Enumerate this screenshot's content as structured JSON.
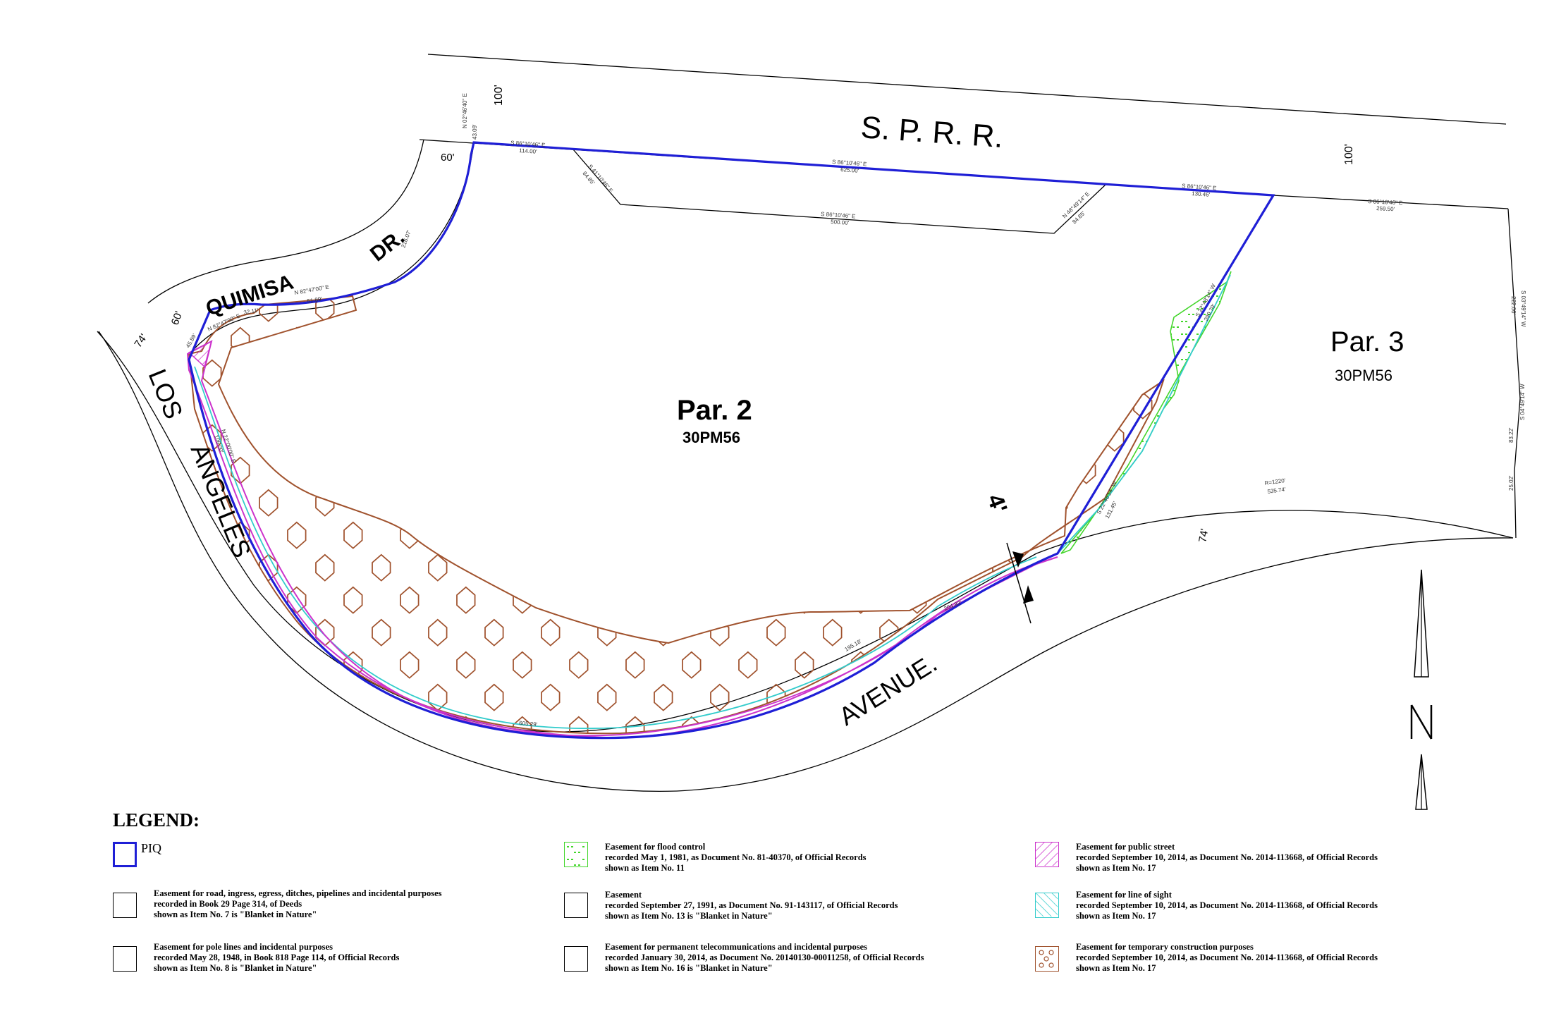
{
  "map": {
    "labels": {
      "railroad": "S. P. R. R.",
      "row_100_left": "100'",
      "row_100_right": "100'",
      "street_quimisa": "QUIMISA",
      "street_dr": "DR.",
      "row_60_top": "60'",
      "row_60_left": "60'",
      "row_74_left": "74'",
      "row_74_right": "74'",
      "street_los": "LOS",
      "street_angeles": "ANGELES",
      "street_avenue": "AVENUE.",
      "par2_title": "Par. 2",
      "par2_sub": "30PM56",
      "par3_title": "Par. 3",
      "par3_sub": "30PM56",
      "offset_4ft": "4'",
      "north_letter": "N"
    },
    "dimensions": {
      "top_line_1": "S 86°10'46\" E",
      "top_line_1_len": "114.00'",
      "top_line_2": "S 86°10'46\" E",
      "top_line_2_len": "625.00'",
      "top_line_3": "S 86°10'46\" E",
      "top_line_3_len": "130.46'",
      "inner_line": "S 86°10'46\" E",
      "inner_line_len": "500.00'",
      "inner_left": "S 41°10'46\" E",
      "inner_left_len": "84.85'",
      "inner_right": "N 48°49'14\" E",
      "inner_right_len": "84.85'",
      "right_top": "S 86°10'46\" E",
      "right_top_len": "259.50'",
      "right_side": "S 03°49'14\" W",
      "right_side_len": "222.06'",
      "right_side_2": "S 04°49'14\" W",
      "right_side_2_len": "83.22'",
      "right_bottom_len": "25.02'",
      "arc_right": "R=1220'",
      "arc_right_len": "535.74'",
      "quimisa_west": "N 02°46'40\" E",
      "quimisa_west_len": "43.09'",
      "quimisa_curve_len": "216.07'",
      "quimisa_south": "N 82°47'00\" E",
      "quimisa_south_len": "51.89'",
      "easement_tiny": "N 82°47'00\" E",
      "easement_tiny_len": "32.11'",
      "corner_len": "45.89'",
      "la_side": "N 22°00'00\" E",
      "la_side_len": "106.00'",
      "arc_bottom_len": "605.29'",
      "arc_bottom_2_len": "195.18'",
      "arc_right_2_len": "204.83'",
      "east_side": "S 22°48'14\" W",
      "east_side_len": "390.79'",
      "east_side_2": "S 22°48'14\" W",
      "east_side_2_len": "131.45'"
    },
    "colors": {
      "piq": "#1f1fd6",
      "public_street": "#cc33cc",
      "line_of_sight": "#33cccc",
      "flood_control": "#44d62c",
      "temporary_construction": "#a0522d",
      "line": "#000000"
    }
  },
  "legend": {
    "title": "LEGEND:",
    "items": [
      {
        "label": "PIQ",
        "lines": []
      },
      {
        "label": "",
        "lines": [
          "Easement for road, ingress, egress, ditches, pipelines and incidental purposes",
          "recorded in Book 29 Page 314, of Deeds",
          "shown as Item No. 7 is \"Blanket in Nature\""
        ]
      },
      {
        "label": "",
        "lines": [
          "Easement for pole lines and incidental purposes",
          "recorded May 28, 1948, in Book 818 Page 114, of Official Records",
          "shown as Item No. 8 is \"Blanket in Nature\""
        ]
      },
      {
        "label": "",
        "lines": [
          "Easement for flood control",
          "recorded May 1, 1981, as Document No. 81-40370, of Official Records",
          "shown as Item No. 11"
        ]
      },
      {
        "label": "",
        "lines": [
          "Easement",
          "recorded September 27, 1991, as Document No. 91-143117, of Official Records",
          "shown as Item No. 13 is \"Blanket in Nature\""
        ]
      },
      {
        "label": "",
        "lines": [
          "Easement for permanent telecommunications and incidental purposes",
          "recorded January 30, 2014, as Document No. 20140130-00011258, of Official Records",
          "shown as Item No. 16 is \"Blanket in Nature\""
        ]
      },
      {
        "label": "",
        "lines": [
          "Easement for public street",
          "recorded September 10, 2014, as Document No. 2014-113668, of Official Records",
          "shown as Item No. 17"
        ]
      },
      {
        "label": "",
        "lines": [
          "Easement for line of sight",
          "recorded September 10, 2014, as Document No. 2014-113668, of Official Records",
          "shown as Item No. 17"
        ]
      },
      {
        "label": "",
        "lines": [
          "Easement for temporary construction purposes",
          "recorded September 10, 2014, as Document No. 2014-113668, of Official Records",
          "shown as Item No. 17"
        ]
      }
    ]
  }
}
